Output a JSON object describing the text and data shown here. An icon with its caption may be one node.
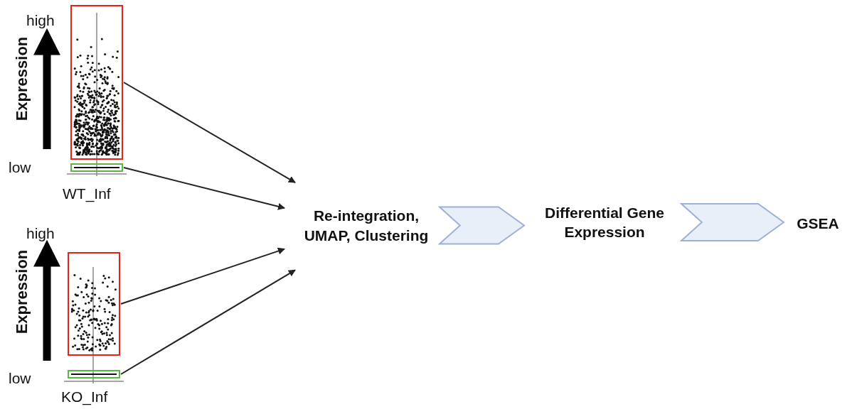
{
  "diagram": {
    "nodes": [
      {
        "text": [],
        "shape": "box"
      },
      {
        "text": [],
        "shape": "box"
      },
      {
        "text": [],
        "shape": "box"
      },
      {
        "text": [],
        "shape": "box"
      },
      {
        "text": [
          "Re-integration, UMAP, Clustering"
        ]
      },
      {
        "text": [
          "Differential Gene Expression"
        ]
      },
      {
        "text": [
          "GSEA"
        ]
      }
    ],
    "edges": [
      {
        "from": 0,
        "to": 4,
        "arrow": "to"
      },
      {
        "from": 1,
        "to": 4,
        "arrow": "to"
      },
      {
        "from": 2,
        "to": 4,
        "arrow": "to"
      },
      {
        "from": 3,
        "to": 4,
        "arrow": "to"
      },
      {
        "from": 4,
        "to": 5,
        "arrow": "to"
      },
      {
        "from": 5,
        "to": 6,
        "arrow": "to"
      }
    ],
    "labels": [
      "high",
      "Expression",
      "low",
      "WT_Inf",
      "high",
      "Expression",
      "low",
      "KO_Inf"
    ]
  }
}
